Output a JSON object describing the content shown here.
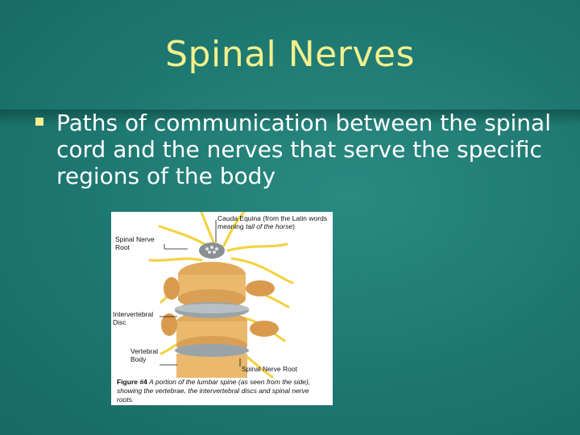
{
  "slide": {
    "title": "Spinal Nerves",
    "bullets": [
      {
        "text": "Paths of communication between the spinal cord and the nerves that serve the specific regions of the body"
      }
    ]
  },
  "figure": {
    "labels": {
      "cauda_equina": "Cauda Equina (from the Latin words meaning",
      "cauda_equina_italic": "tail of the horse",
      "cauda_equina_end": ")",
      "spinal_nerve_root_top": "Spinal Nerve Root",
      "intervertebral_disc": "Intervertebral Disc",
      "vertebral_body": "Vertebral Body",
      "spinal_nerve_root_bottom": "Spinal Nerve Root"
    },
    "caption": {
      "figure_number": "Figure #4",
      "text": "A portion of the lumbar spine (as seen from the side), showing the vertebrae, the intervertebral discs and spinal nerve roots."
    }
  },
  "colors": {
    "background": "#1f7a73",
    "title": "#f3f08c",
    "bullet_text": "#ffffff",
    "bone": "#e8b86a",
    "nerve": "#f2d23c",
    "disc": "#9aa3a8"
  }
}
